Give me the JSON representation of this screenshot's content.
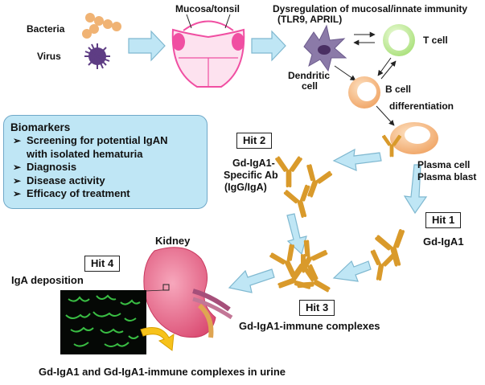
{
  "labels": {
    "bacteria": "Bacteria",
    "virus": "Virus",
    "mucosa": "Mucosa/tonsil",
    "dysregulation_line1": "Dysregulation of mucosal/innate  immunity",
    "dysregulation_line2": "(TLR9, APRIL)",
    "dendritic_line1": "Dendritic",
    "dendritic_line2": "cell",
    "t_cell": "T cell",
    "b_cell": "B cell",
    "differentiation": "differentiation",
    "plasma_line1": "Plasma cell",
    "plasma_line2": "Plasma blast",
    "hit1": "Hit 1",
    "gd_iga1": "Gd-IgA1",
    "hit2": "Hit 2",
    "specific_ab_line1": "Gd-IgA1-",
    "specific_ab_line2": "Specific Ab",
    "specific_ab_line3": "(IgG/IgA)",
    "hit3": "Hit 3",
    "immune_complexes": "Gd-IgA1-immune complexes",
    "kidney": "Kidney",
    "hit4": "Hit 4",
    "iga_deposition": "IgA deposition",
    "urine": "Gd-IgA1 and Gd-IgA1-immune complexes in urine"
  },
  "biomarkers": {
    "title": "Biomarkers",
    "bullet_glyph": "➢",
    "items": [
      "Screening for potential IgAN",
      "with isolated hematuria",
      "Diagnosis",
      "Disease activity",
      "Efficacy of treatment"
    ]
  },
  "colors": {
    "arrow_fill": "#bfe6f5",
    "arrow_stroke": "#7fb8d0",
    "antibody": "#e0a93a",
    "bacteria": "#f0b374",
    "virus": "#5e3d84",
    "mucosa": "#f04fa2",
    "b_cell": "#f5b77c",
    "t_cell": "#c8ef9c",
    "kidney": "#e8668a",
    "biomarker_box": "#bfe6f5"
  }
}
